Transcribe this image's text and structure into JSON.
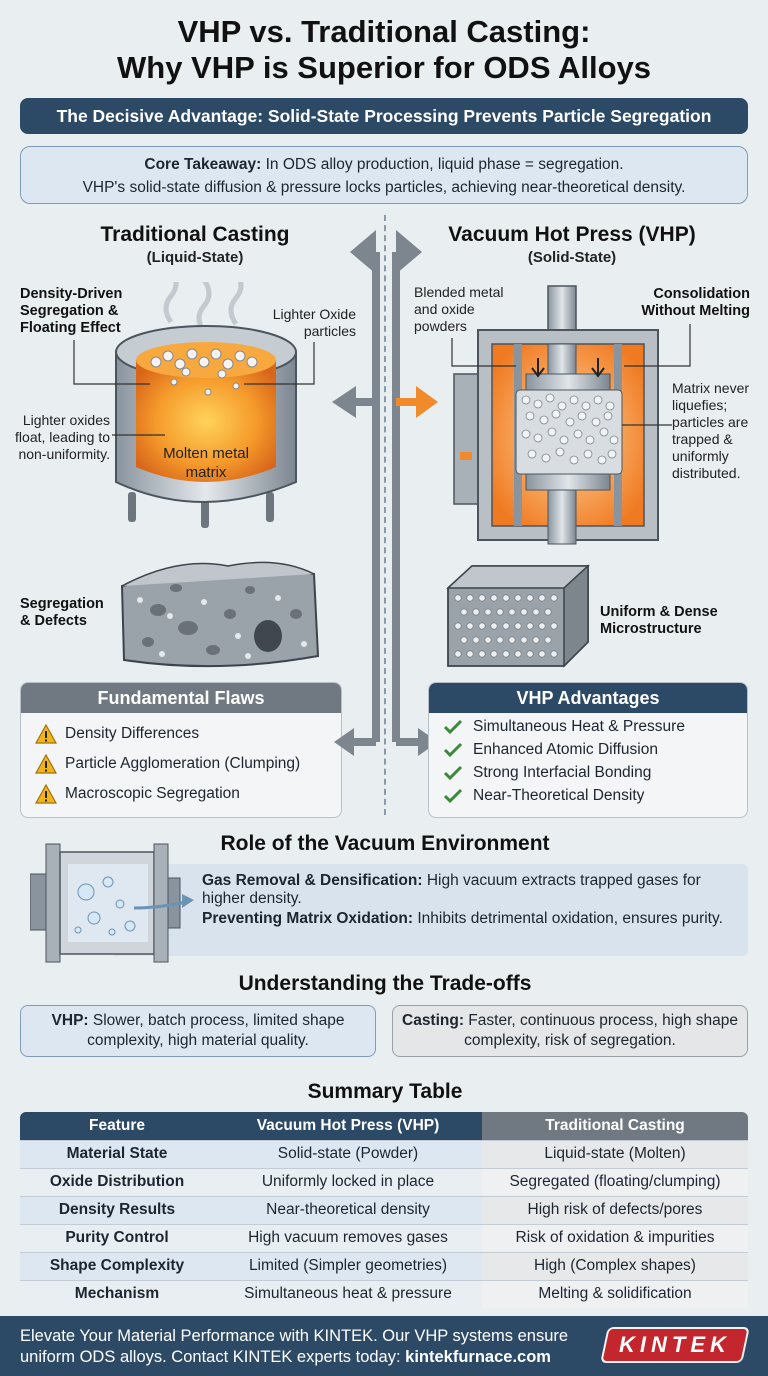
{
  "title": {
    "line1": "VHP vs. Traditional Casting:",
    "line2": "Why VHP is Superior for ODS Alloys"
  },
  "banner": "The Decisive Advantage: Solid-State Processing Prevents Particle Segregation",
  "takeaway": {
    "label": "Core Takeaway:",
    "line1": " In ODS alloy production, liquid phase = segregation.",
    "line2": "VHP's solid-state diffusion & pressure locks particles, achieving near-theoretical density."
  },
  "casting": {
    "heading": "Traditional Casting",
    "sub": "(Liquid-State)",
    "label_density": [
      "Density-Driven",
      "Segregation &",
      "Floating Effect"
    ],
    "label_lighter": [
      "Lighter Oxide",
      "particles"
    ],
    "label_float": [
      "Lighter oxides",
      "float, leading to",
      "non-uniformity."
    ],
    "label_molten": [
      "Molten metal",
      "matrix"
    ],
    "label_segregation": [
      "Segregation",
      "& Defects"
    ]
  },
  "vhp": {
    "heading": "Vacuum Hot Press (VHP)",
    "sub": "(Solid-State)",
    "label_blended": [
      "Blended metal",
      "and oxide",
      "powders"
    ],
    "label_consolidation": [
      "Consolidation",
      "Without Melting"
    ],
    "label_matrix": [
      "Matrix never",
      "liquefies;",
      "particles are",
      "trapped &",
      "uniformly",
      "distributed."
    ],
    "label_uniform": [
      "Uniform & Dense",
      "Microstructure"
    ]
  },
  "flaws": {
    "title": "Fundamental Flaws",
    "items": [
      "Density Differences",
      "Particle Agglomeration (Clumping)",
      "Macroscopic Segregation"
    ],
    "icon": "warning-icon"
  },
  "advantages": {
    "title": "VHP Advantages",
    "items": [
      "Simultaneous Heat & Pressure",
      "Enhanced Atomic Diffusion",
      "Strong Interfacial Bonding",
      "Near-Theoretical Density"
    ],
    "icon": "check-icon"
  },
  "vacuum": {
    "title": "Role of the Vacuum Environment",
    "gas_label": "Gas Removal & Densification:",
    "gas_text": " High vacuum extracts trapped gases for higher density.",
    "ox_label": "Preventing Matrix Oxidation:",
    "ox_text": " Inhibits detrimental oxidation, ensures purity."
  },
  "tradeoffs": {
    "title": "Understanding the Trade-offs",
    "vhp_label": "VHP:",
    "vhp_text": " Slower, batch process, limited shape complexity, high material quality.",
    "casting_label": "Casting:",
    "casting_text": " Faster, continuous process, high shape complexity, risk of segregation."
  },
  "summary": {
    "title": "Summary Table",
    "headers": [
      "Feature",
      "Vacuum Hot Press (VHP)",
      "Traditional Casting"
    ],
    "rows": [
      [
        "Material State",
        "Solid-state (Powder)",
        "Liquid-state (Molten)"
      ],
      [
        "Oxide Distribution",
        "Uniformly locked in place",
        "Segregated (floating/clumping)"
      ],
      [
        "Density Results",
        "Near-theoretical density",
        "High risk of defects/pores"
      ],
      [
        "Purity Control",
        "High vacuum removes gases",
        "Risk of oxidation & impurities"
      ],
      [
        "Shape Complexity",
        "Limited (Simpler geometries)",
        "High (Complex shapes)"
      ],
      [
        "Mechanism",
        "Simultaneous heat & pressure",
        "Melting & solidification"
      ]
    ]
  },
  "footer": {
    "line1": "Elevate Your Material Performance with KINTEK. Our VHP systems ensure",
    "line2a": "uniform ODS alloys. Contact KINTEK experts today: ",
    "link": "kintekfurnace.com",
    "logo": "KINTEK"
  },
  "colors": {
    "navy": "#2c4a66",
    "gray_panel": "#707881",
    "orange": "#f08a2a",
    "check_green": "#3a8a3a",
    "warning_yellow": "#f2b41d",
    "logo_red": "#c3262c"
  }
}
